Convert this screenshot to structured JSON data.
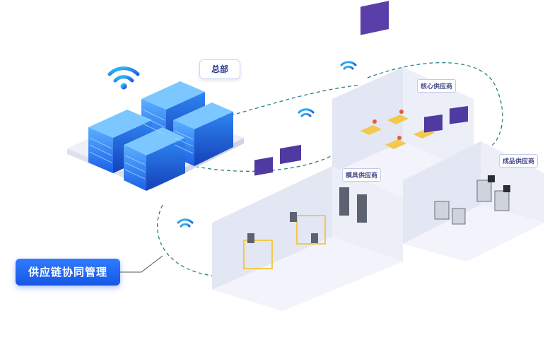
{
  "headquarters": {
    "label": "总部"
  },
  "rooms": [
    {
      "label": "核心供应商"
    },
    {
      "label": "模具供应商"
    },
    {
      "label": "成品供应商"
    }
  ],
  "main_button": {
    "label": "供应链协同管理"
  },
  "colors": {
    "accent": "#1f63f2",
    "building": "#3b8cf5",
    "connection": "#2a8a8a",
    "room_wall": "#e9ebf6"
  },
  "icons": [
    "wifi-icon",
    "wifi-icon",
    "wifi-icon",
    "wifi-icon",
    "wifi-icon"
  ]
}
